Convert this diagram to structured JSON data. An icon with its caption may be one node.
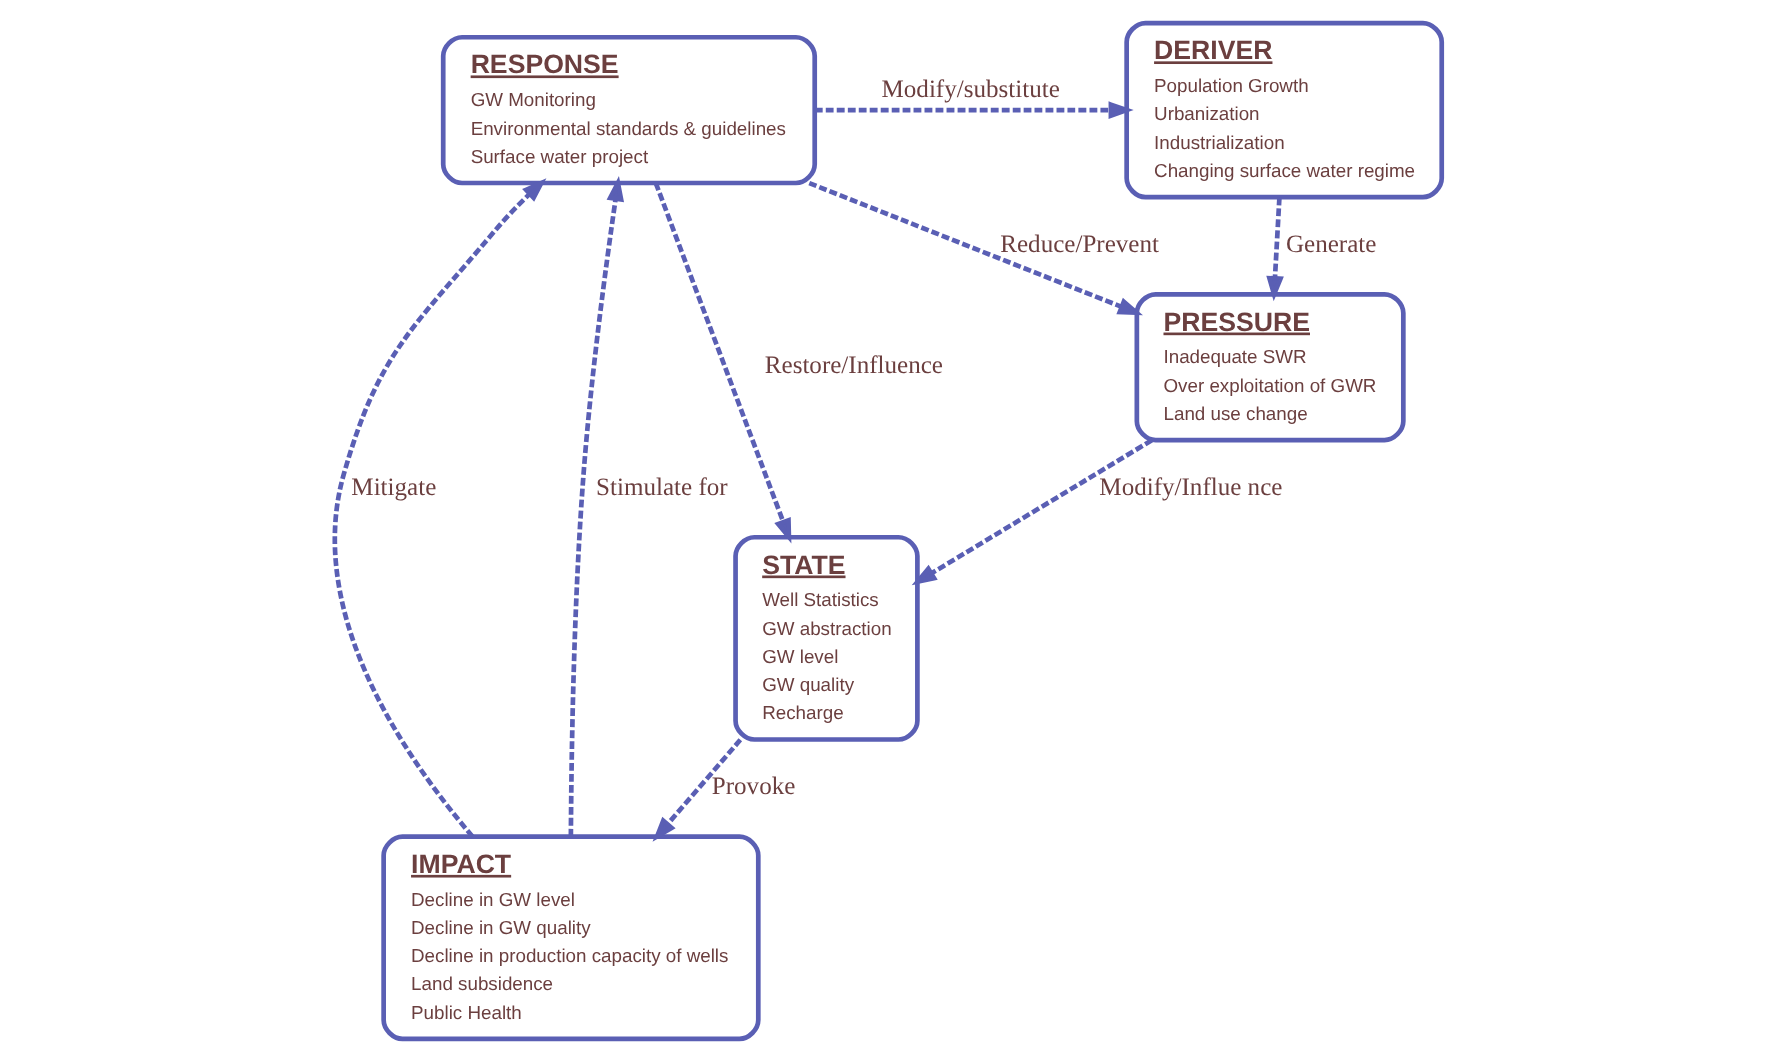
{
  "diagram": {
    "nodes": [
      {
        "text": [
          "DERIVER",
          "Population Growth",
          "Urbanization",
          "Industrialization",
          "Changing surface water regime"
        ]
      },
      {
        "text": [
          "RESPONSE",
          "GW Monitoring",
          "Environmental standards & guidelines",
          "Surface water project"
        ]
      },
      {
        "text": [
          "PRESSURE",
          "Inadequate SWR",
          "Over exploitation of GWR",
          "Land use change"
        ]
      },
      {
        "text": [
          "IMPACT",
          "Decline in GW level",
          "Decline in GW quality",
          "Decline in production capacity of wells",
          "Land subsidence",
          "Public Health"
        ]
      },
      {
        "text": [
          "STATE",
          "Well Statistics",
          "GW abstraction",
          "GW level",
          "GW quality",
          "Recharge"
        ]
      }
    ],
    "edges": [
      {
        "from": 1,
        "to": 0,
        "arrow": "to",
        "label": "Modify/substitute",
        "style": "dashed"
      },
      {
        "from": 1,
        "to": 2,
        "arrow": "to",
        "label": "Reduce/Prevent",
        "style": "dashed"
      },
      {
        "from": 0,
        "to": 2,
        "arrow": "to",
        "label": "Generate",
        "style": "dashed"
      },
      {
        "from": 1,
        "to": 4,
        "arrow": "to",
        "label": "Restore/Influence",
        "style": "dashed"
      },
      {
        "from": 3,
        "to": 1,
        "arrow": "to",
        "label": "Mitigate",
        "style": "dashed"
      },
      {
        "from": 3,
        "to": 1,
        "arrow": "to",
        "label": "Stimulate for",
        "style": "dashed"
      },
      {
        "from": 2,
        "to": 4,
        "arrow": "to",
        "label": "Modify/Influe nce",
        "style": "dashed"
      },
      {
        "from": 4,
        "to": 3,
        "arrow": "to",
        "label": "Provoke",
        "style": "dashed"
      }
    ]
  }
}
